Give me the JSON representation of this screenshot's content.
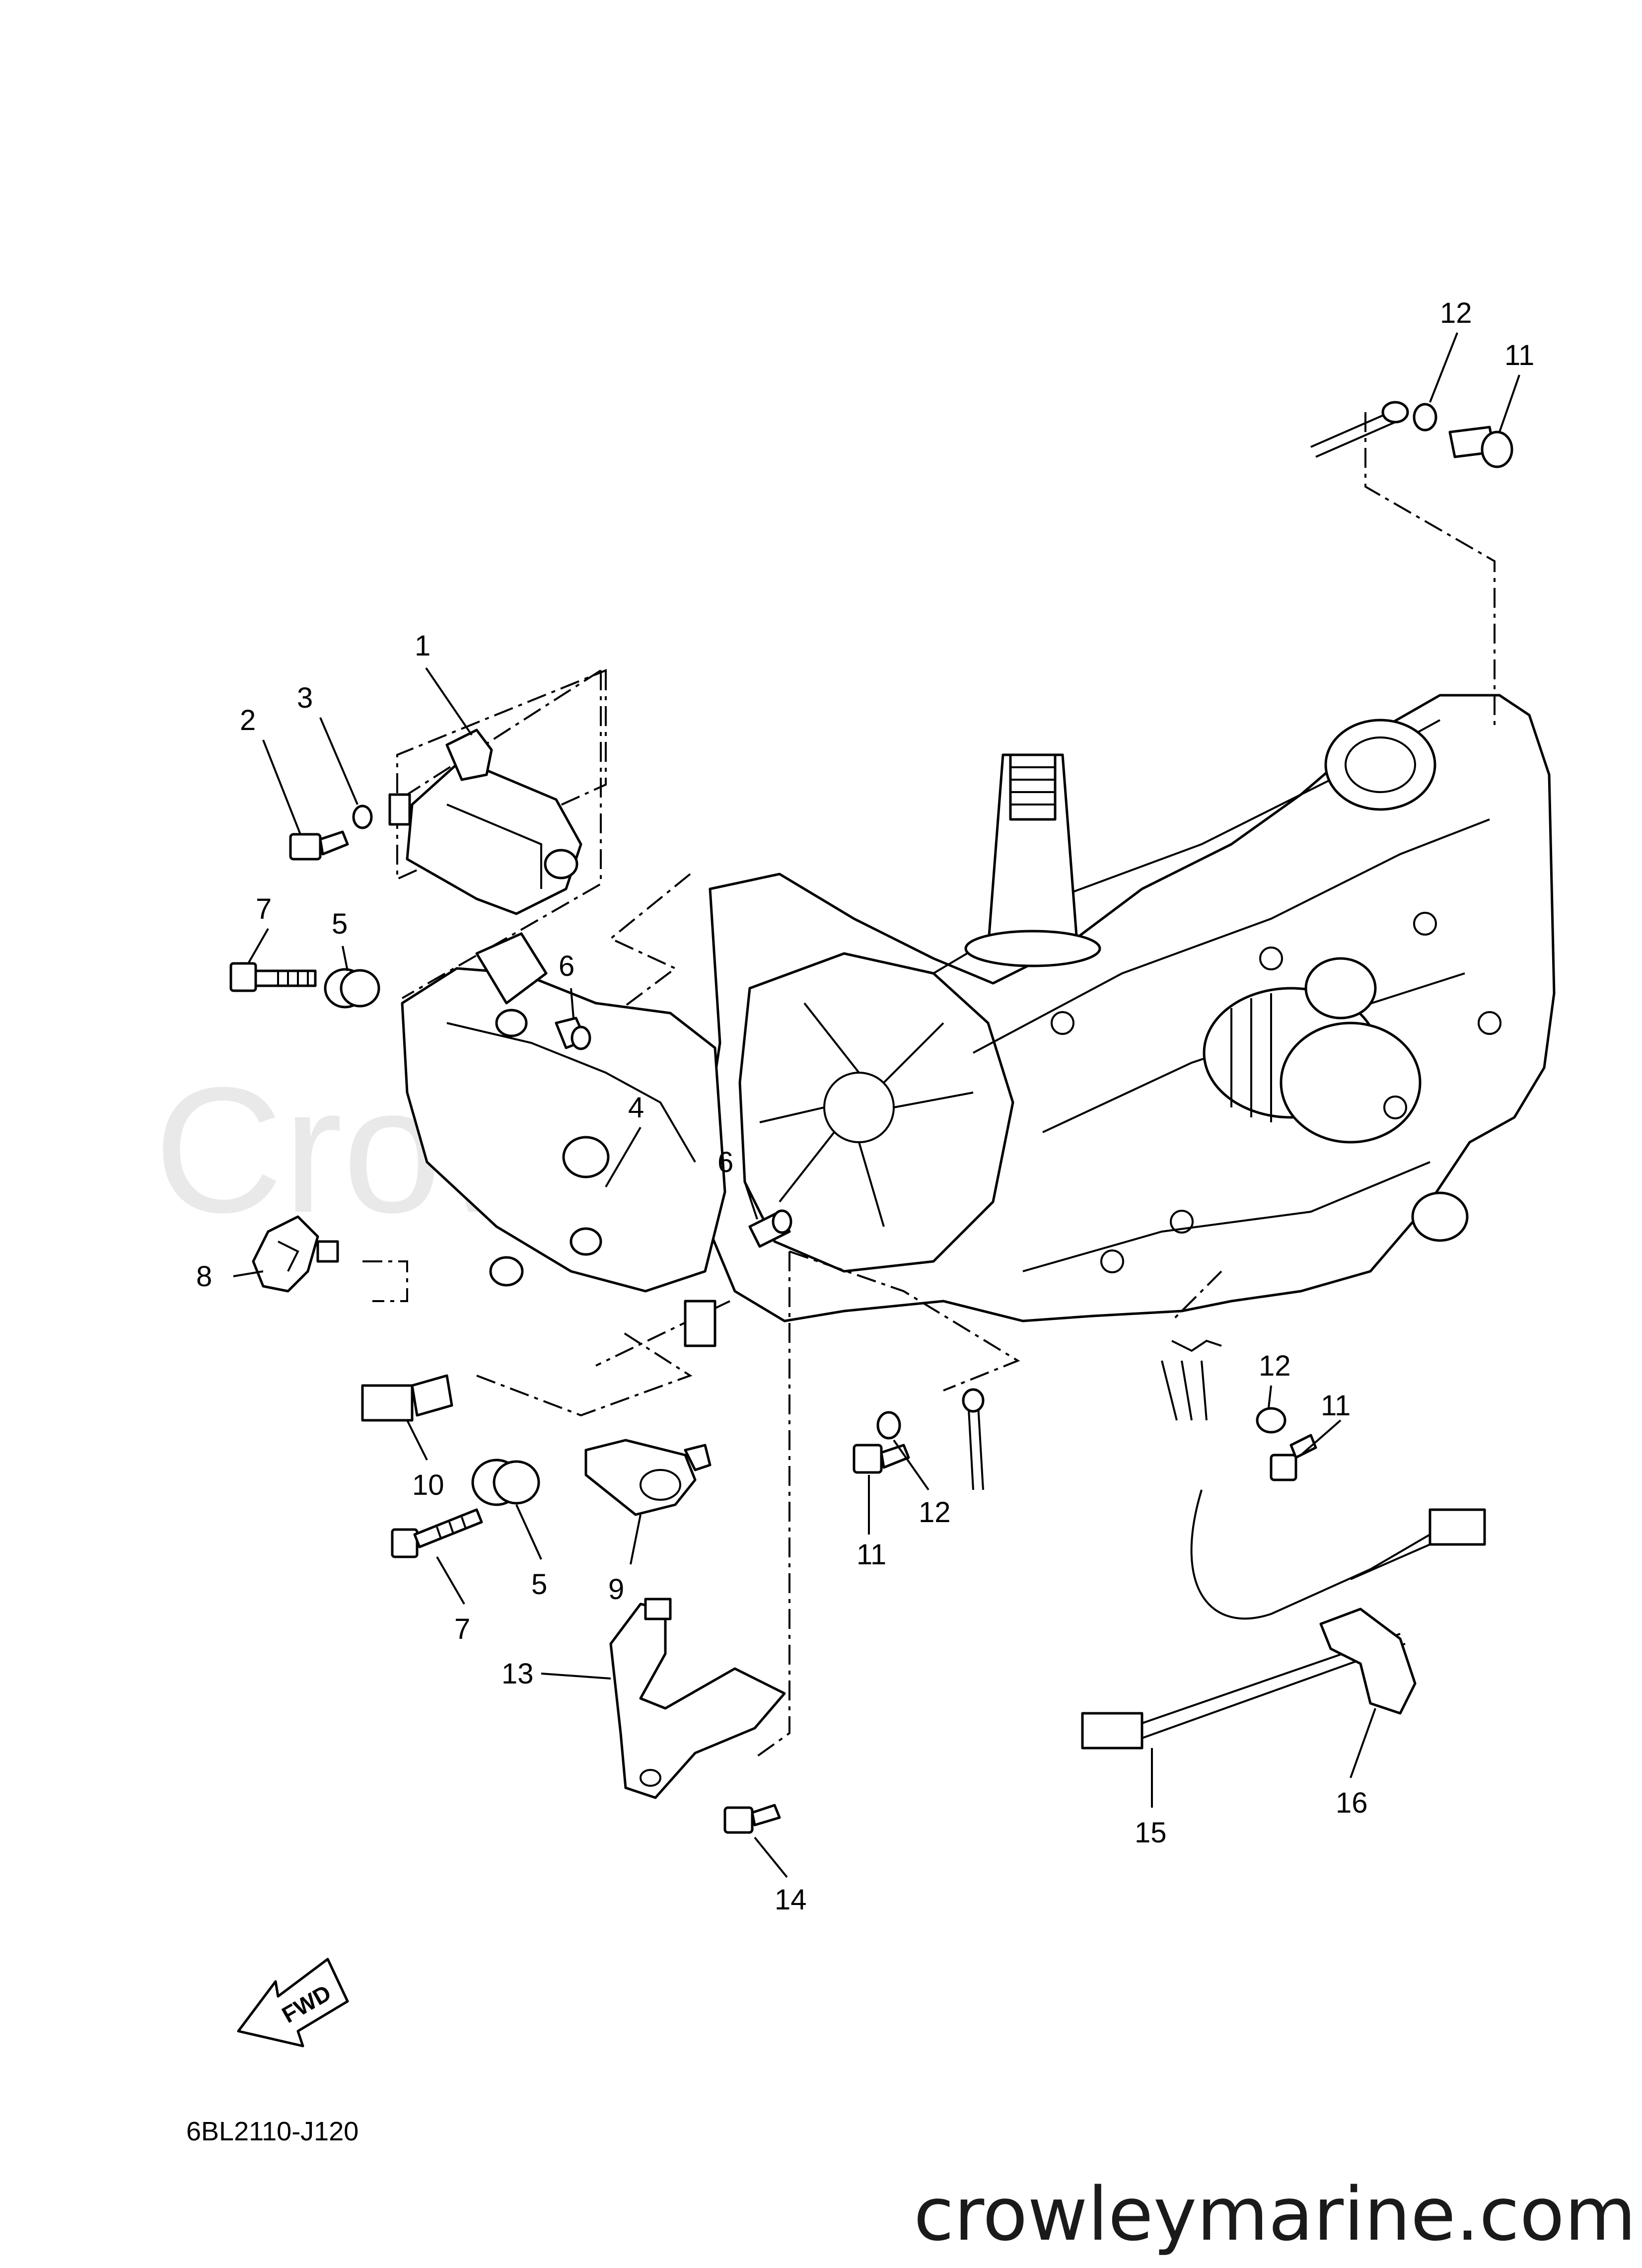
{
  "diagram": {
    "watermark": "CrowleyMarine",
    "drawing_code": "6BL2110-J120",
    "site": "crowleymarine.com",
    "fwd_label": "FWD",
    "callouts": {
      "c1": "1",
      "c2": "2",
      "c3": "3",
      "c4": "4",
      "c5a": "5",
      "c5b": "5",
      "c6a": "6",
      "c6b": "6",
      "c7a": "7",
      "c7b": "7",
      "c8": "8",
      "c9": "9",
      "c10": "10",
      "c11a": "11",
      "c11b": "11",
      "c11c": "11",
      "c12a": "12",
      "c12b": "12",
      "c12c": "12",
      "c13": "13",
      "c14": "14",
      "c15": "15",
      "c16": "16"
    }
  }
}
